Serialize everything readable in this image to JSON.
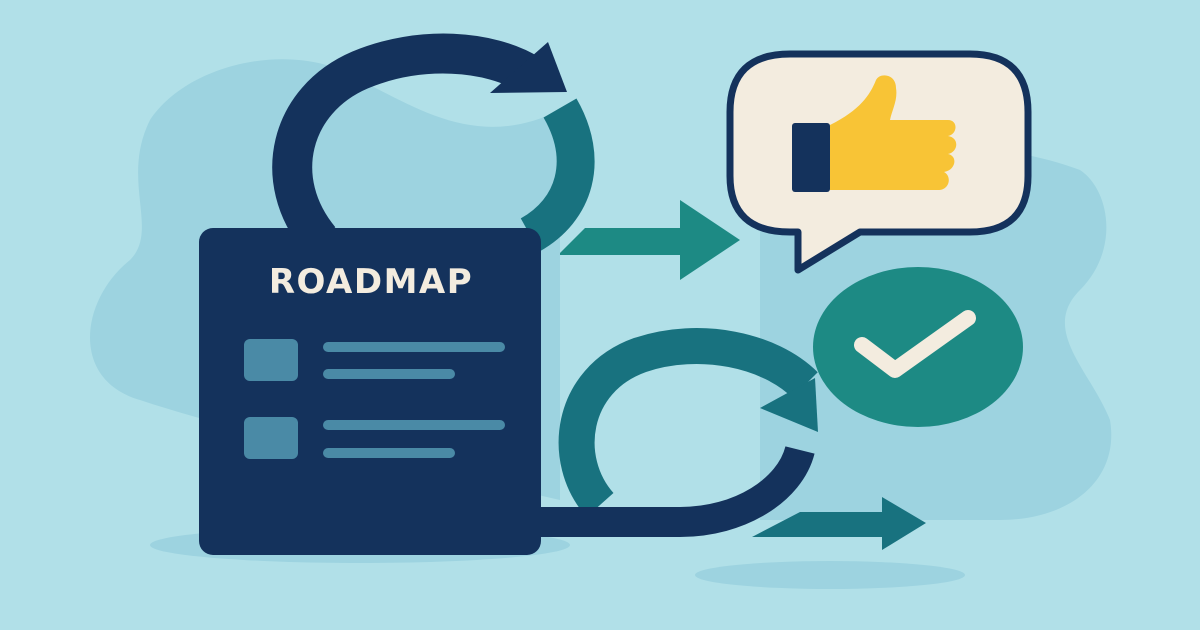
{
  "illustration": {
    "subject": "Product roadmap feedback loop",
    "roadmap_card": {
      "title": "ROADMAP",
      "items": [
        {
          "checkbox": "square",
          "lines": 2
        },
        {
          "checkbox": "square",
          "lines": 2
        }
      ]
    },
    "elements": [
      "circular-arrow-navy-top",
      "arrow-right-teal-middle",
      "speech-bubble-thumbs-up",
      "check-circle-teal",
      "circular-arrow-teal-bottom",
      "arrow-right-teal-bottom"
    ]
  },
  "colors": {
    "background": "#b1e0e8",
    "blob": "#9dd3e0",
    "navy": "#14325c",
    "teal": "#1d8a84",
    "teal_dark": "#18727f",
    "card_accent": "#4a8aa6",
    "cream": "#f3ecdf",
    "yellow": "#f8c436"
  }
}
